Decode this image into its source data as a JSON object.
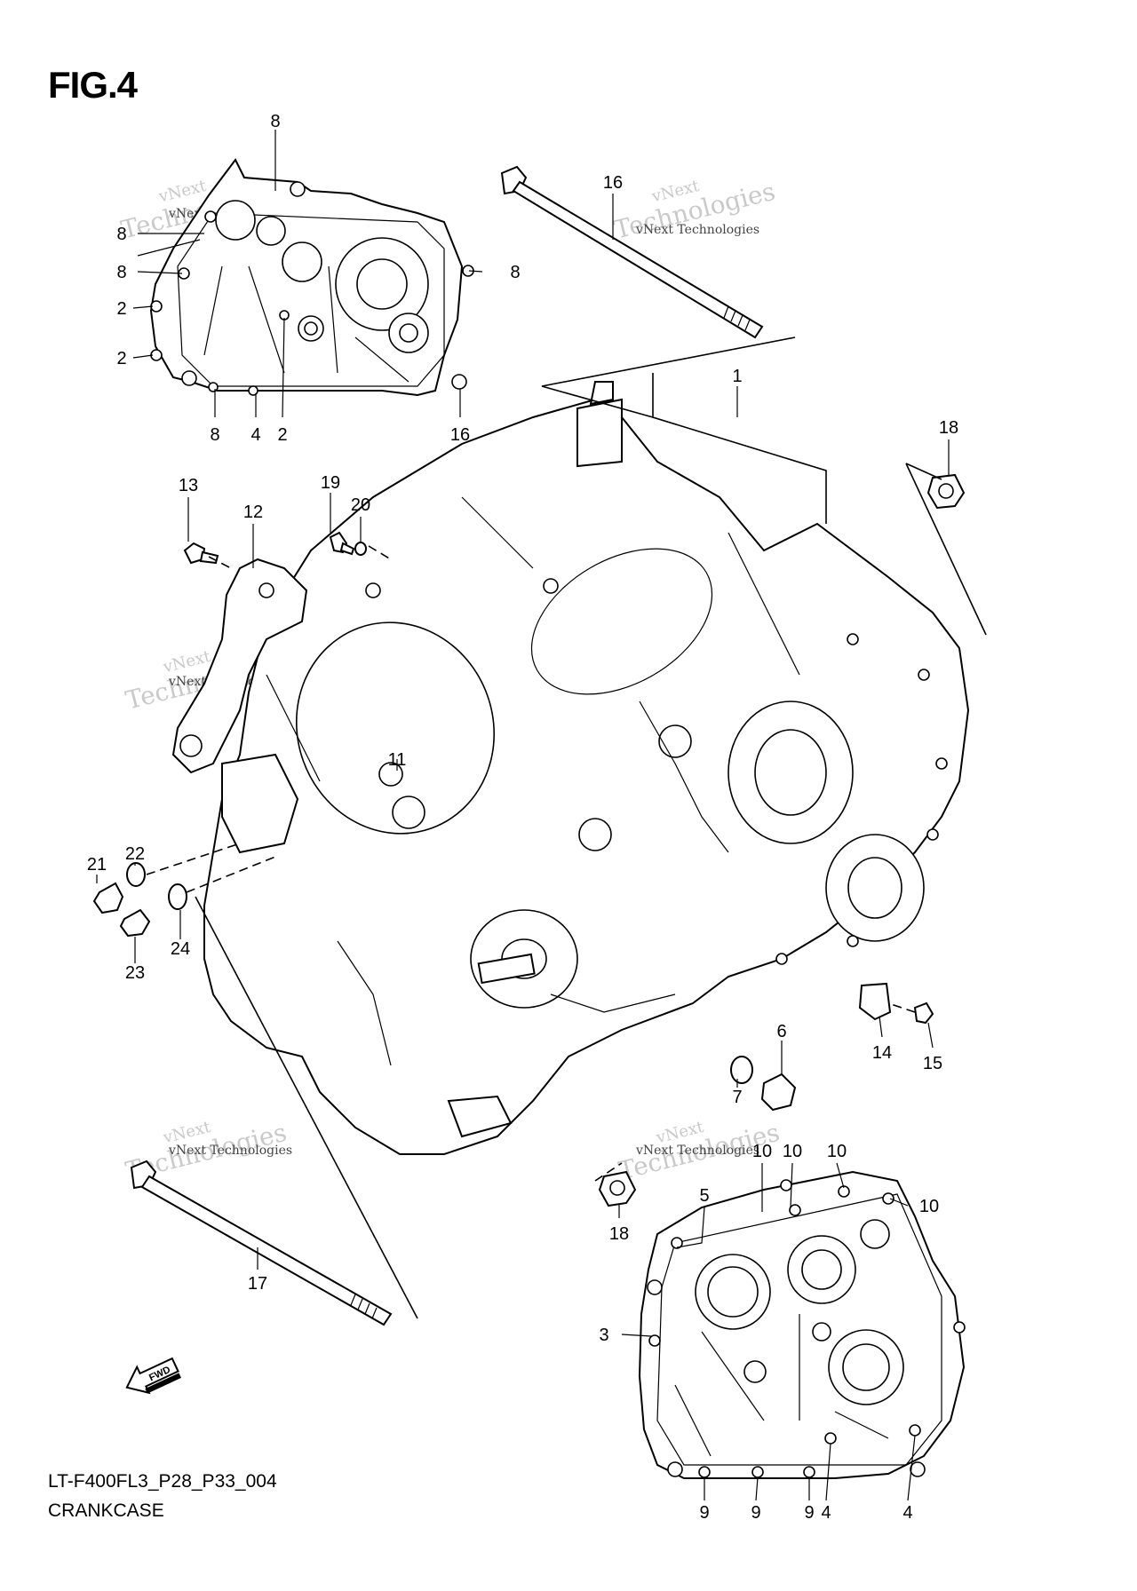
{
  "figure": {
    "title": "FIG.4",
    "code": "LT-F400FL3_P28_P33_004",
    "name": "CRANKCASE"
  },
  "fwd_label": "FWD",
  "watermark": {
    "line1": "vNext Technologies",
    "line2": "vNext",
    "line3": "Technologies"
  },
  "callouts": [
    "8",
    "8",
    "8",
    "2",
    "2",
    "8",
    "8",
    "4",
    "2",
    "16",
    "1",
    "18",
    "13",
    "12",
    "19",
    "20",
    "11",
    "22",
    "21",
    "23",
    "24",
    "6",
    "14",
    "15",
    "7",
    "18",
    "17",
    "10",
    "10",
    "10",
    "10",
    "5",
    "3",
    "9",
    "9",
    "9",
    "4",
    "4"
  ]
}
